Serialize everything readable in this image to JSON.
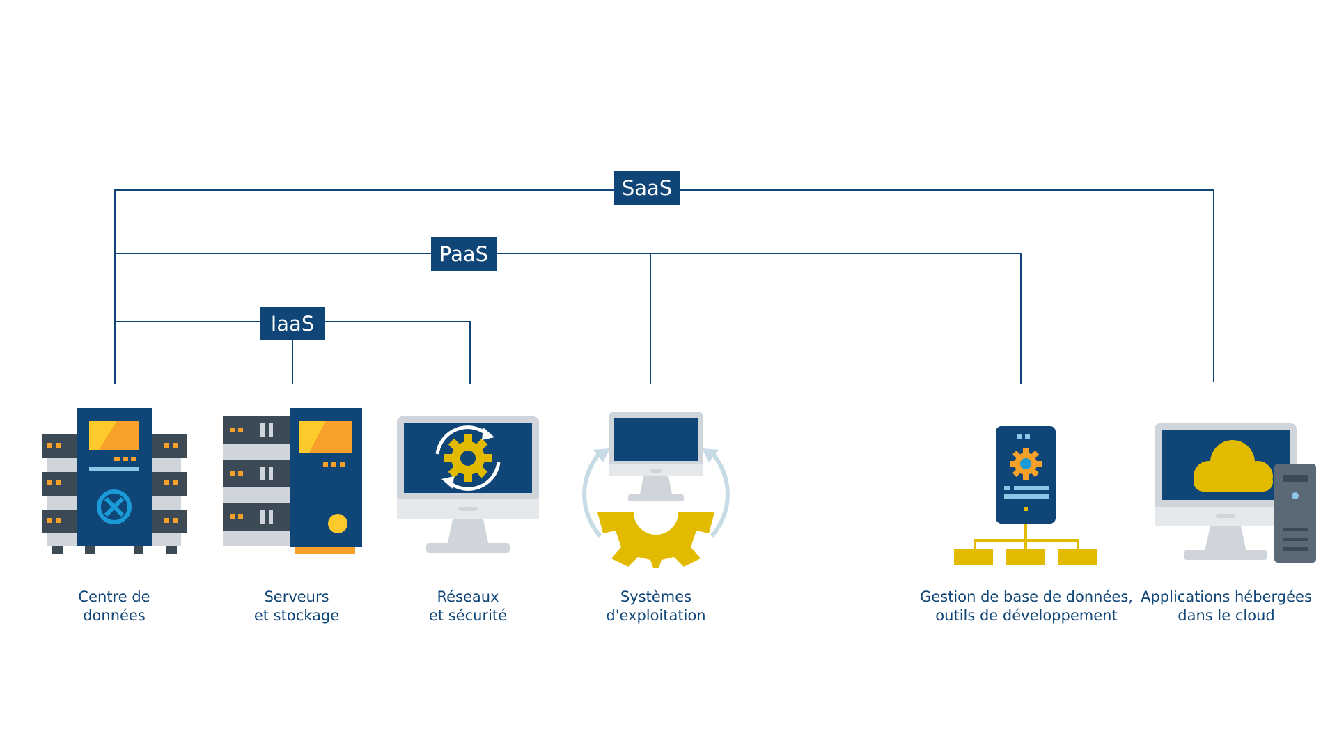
{
  "tiers": {
    "saas": "SaaS",
    "paas": "PaaS",
    "iaas": "IaaS"
  },
  "items": [
    {
      "line1": "Centre de",
      "line2": "données",
      "icon": "datacenter-icon"
    },
    {
      "line1": "Serveurs",
      "line2": "et stockage",
      "icon": "server-storage-icon"
    },
    {
      "line1": "Réseaux",
      "line2": "et sécurité",
      "icon": "network-security-icon"
    },
    {
      "line1": "Systèmes",
      "line2": "d'exploitation",
      "icon": "operating-system-icon"
    },
    {
      "line1": "Gestion de base de données,",
      "line2": "outils de développement",
      "icon": "database-devtools-icon"
    },
    {
      "line1": "Applications hébergées",
      "line2": "dans le cloud",
      "icon": "cloud-app-icon"
    }
  ],
  "colors": {
    "navy": "#0f4577",
    "yellow": "#e2bb00",
    "orange": "#f7a12a",
    "grey": "#cfd5da",
    "dark": "#3c4a55"
  }
}
